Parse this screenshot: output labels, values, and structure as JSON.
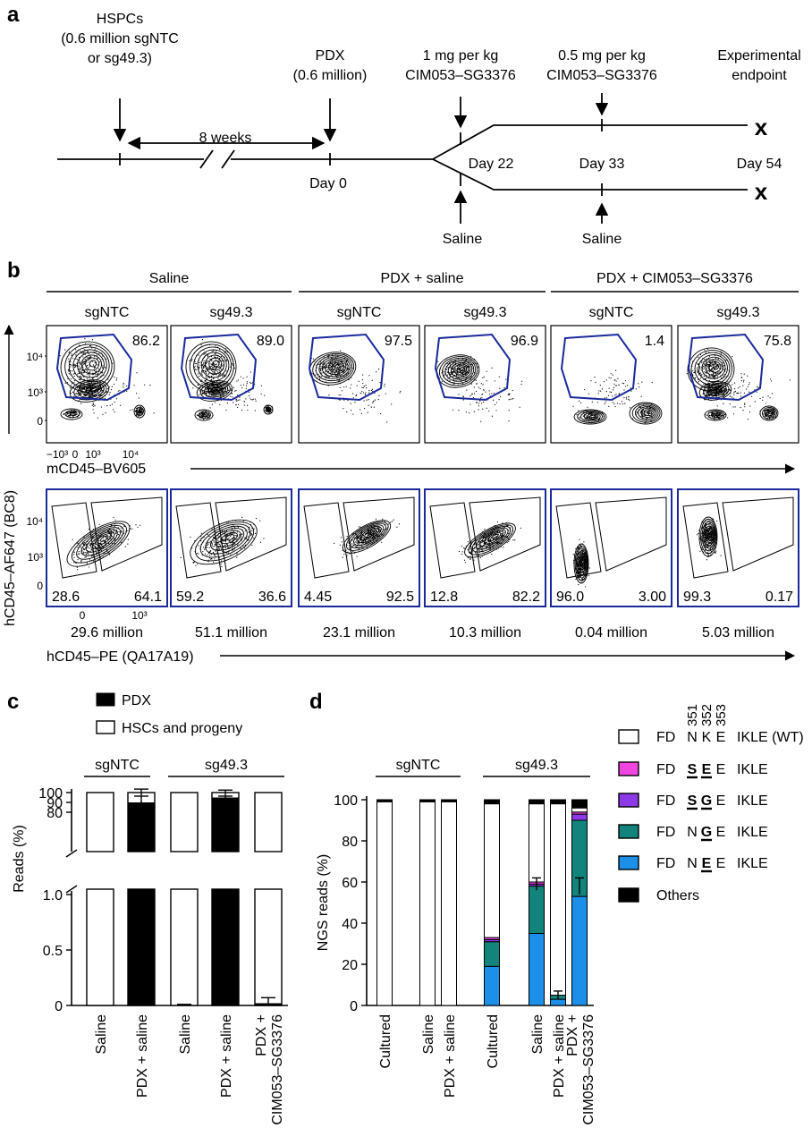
{
  "panel_labels": {
    "a": "a",
    "b": "b",
    "c": "c",
    "d": "d"
  },
  "timeline": {
    "hspc": [
      "HSPCs",
      "(0.6 million sgNTC",
      "or sg49.3)"
    ],
    "pdx": [
      "PDX",
      "(0.6 million)"
    ],
    "dose1": [
      "1 mg per kg",
      "CIM053–SG3376"
    ],
    "dose2": [
      "0.5 mg per kg",
      "CIM053–SG3376"
    ],
    "endpoint": [
      "Experimental",
      "endpoint"
    ],
    "weeks": "8 weeks",
    "day0": "Day 0",
    "day22": "Day 22",
    "day33": "Day 33",
    "day54": "Day 54",
    "saline1": "Saline",
    "saline2": "Saline",
    "end_mark": "x"
  },
  "flow": {
    "groups": [
      "Saline",
      "PDX + saline",
      "PDX + CIM053–SG3376"
    ],
    "samples": [
      "sgNTC",
      "sg49.3",
      "sgNTC",
      "sg49.3",
      "sgNTC",
      "sg49.3"
    ],
    "top_gate_pct": [
      "86.2",
      "89.0",
      "97.5",
      "96.9",
      "1.4",
      "75.8"
    ],
    "bottom_left_pct": [
      "28.6",
      "59.2",
      "4.45",
      "12.8",
      "96.0",
      "99.3"
    ],
    "bottom_right_pct": [
      "64.1",
      "36.6",
      "92.5",
      "82.2",
      "3.00",
      "0.17"
    ],
    "cell_counts": [
      "29.6 million",
      "51.1 million",
      "23.1 million",
      "10.3 million",
      "0.04 million",
      "5.03 million"
    ],
    "y_axis_label": "hCD45–AF647 (BC8)",
    "x_axis_top": "mCD45–BV605",
    "x_axis_bottom": "hCD45–PE (QA17A19)",
    "y_ticks": [
      "10⁴",
      "10³",
      "0"
    ],
    "x_ticks_top": [
      "−10³",
      "0",
      "10³",
      "10⁴"
    ],
    "x_ticks_bottom": [
      "0",
      "10³"
    ],
    "colors": {
      "gate": "#1a2a9c",
      "ink": "#000000"
    }
  },
  "legend_c": {
    "pdx": "PDX",
    "hsc": "HSCs and progeny"
  },
  "chart_data": [
    {
      "type": "bar",
      "panel": "c",
      "ylabel": "Reads (%)",
      "y_ticks_upper": [
        "100",
        "90",
        "80"
      ],
      "y_ticks_lower": [
        "1.0",
        "0.5",
        "0"
      ],
      "groups": [
        {
          "name": "sgNTC"
        },
        {
          "name": "sg49.3"
        }
      ],
      "categories": [
        "Saline",
        "PDX + saline",
        "Saline",
        "PDX + saline",
        "PDX + CIM053–SG3376"
      ],
      "series": [
        {
          "name": "PDX",
          "values": [
            0,
            90,
            0,
            95,
            0.02
          ]
        },
        {
          "name": "HSCs and progeny",
          "values": [
            100,
            10,
            100,
            5,
            99.98
          ]
        }
      ],
      "error_top": [
        0,
        103.5,
        0,
        102.5,
        0
      ],
      "error_low_pdx": [
        0,
        0,
        0.01,
        0,
        0.07
      ],
      "colors": {
        "PDX": "#000000",
        "HSCs and progeny": "#ffffff"
      }
    },
    {
      "type": "bar",
      "panel": "d",
      "ylabel": "NGS reads (%)",
      "ylim": [
        0,
        100
      ],
      "y_ticks": [
        "0",
        "20",
        "40",
        "60",
        "80",
        "100"
      ],
      "groups": [
        {
          "name": "sgNTC"
        },
        {
          "name": "sg49.3"
        }
      ],
      "categories": [
        "Cultured",
        "Saline",
        "PDX + saline",
        "Cultured",
        "Saline",
        "PDX + saline",
        "PDX + CIM053–SG3376"
      ],
      "series": [
        {
          "name": "FD N E E IKLE",
          "values": [
            0,
            0,
            0,
            19,
            35,
            3,
            53
          ]
        },
        {
          "name": "FD N G E IKLE",
          "values": [
            0,
            0,
            0,
            12,
            23,
            2,
            37
          ]
        },
        {
          "name": "FD S G E IKLE",
          "values": [
            0,
            0,
            0,
            1,
            1,
            0,
            3
          ]
        },
        {
          "name": "FD S E E IKLE",
          "values": [
            0,
            0,
            0,
            1,
            1,
            0,
            1
          ]
        },
        {
          "name": "FD N K E IKLE (WT)",
          "values": [
            99,
            99,
            99,
            65,
            38,
            93,
            2
          ]
        },
        {
          "name": "Others",
          "values": [
            1,
            1,
            1,
            2,
            2,
            2,
            4
          ]
        }
      ],
      "colors": {
        "FD N E E IKLE": "#1c8fe8",
        "FD N G E IKLE": "#12847c",
        "FD S G E IKLE": "#8b3ae6",
        "FD S E E IKLE": "#f046e0",
        "FD N K E IKLE (WT)": "#ffffff",
        "Others": "#000000"
      },
      "residue_numbers": [
        "351",
        "352",
        "353"
      ],
      "legend": [
        {
          "prefix": "FD",
          "parts": [
            "N",
            "K",
            "E"
          ],
          "suffix": "IKLE (WT)",
          "underline": []
        },
        {
          "prefix": "FD",
          "parts": [
            "S",
            "E",
            "E"
          ],
          "suffix": "IKLE",
          "underline": [
            0,
            1
          ]
        },
        {
          "prefix": "FD",
          "parts": [
            "S",
            "G",
            "E"
          ],
          "suffix": "IKLE",
          "underline": [
            0,
            1
          ]
        },
        {
          "prefix": "FD",
          "parts": [
            "N",
            "G",
            "E"
          ],
          "suffix": "IKLE",
          "underline": [
            1
          ]
        },
        {
          "prefix": "FD",
          "parts": [
            "N",
            "E",
            "E"
          ],
          "suffix": "IKLE",
          "underline": [
            1
          ]
        },
        {
          "prefix": "",
          "parts": [],
          "suffix": "Others",
          "underline": []
        }
      ]
    }
  ]
}
